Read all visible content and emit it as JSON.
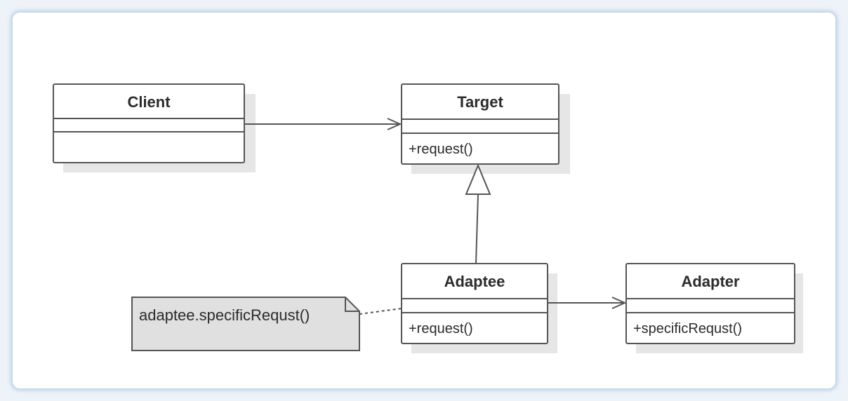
{
  "diagram": {
    "type": "uml-class-diagram",
    "classes": {
      "client": {
        "name": "Client",
        "operations": []
      },
      "target": {
        "name": "Target",
        "operations": [
          "+request()"
        ]
      },
      "adaptee": {
        "name": "Adaptee",
        "operations": [
          "+request()"
        ]
      },
      "adapter": {
        "name": "Adapter",
        "operations": [
          "+specificRequst()"
        ]
      }
    },
    "note": {
      "text": "adaptee.specificRequst()"
    },
    "relations": [
      {
        "from": "Client",
        "to": "Target",
        "kind": "association"
      },
      {
        "from": "Adaptee",
        "to": "Target",
        "kind": "generalization"
      },
      {
        "from": "Adaptee",
        "to": "Adapter",
        "kind": "association"
      },
      {
        "from": "note",
        "to": "Adaptee",
        "kind": "note-anchor"
      }
    ]
  },
  "colors": {
    "frame_border": "#9fb6d3",
    "box_fill": "#ffffff",
    "box_stroke": "#555555",
    "shadow": "#e6e6e6",
    "note_fill": "#e0e0e0"
  }
}
